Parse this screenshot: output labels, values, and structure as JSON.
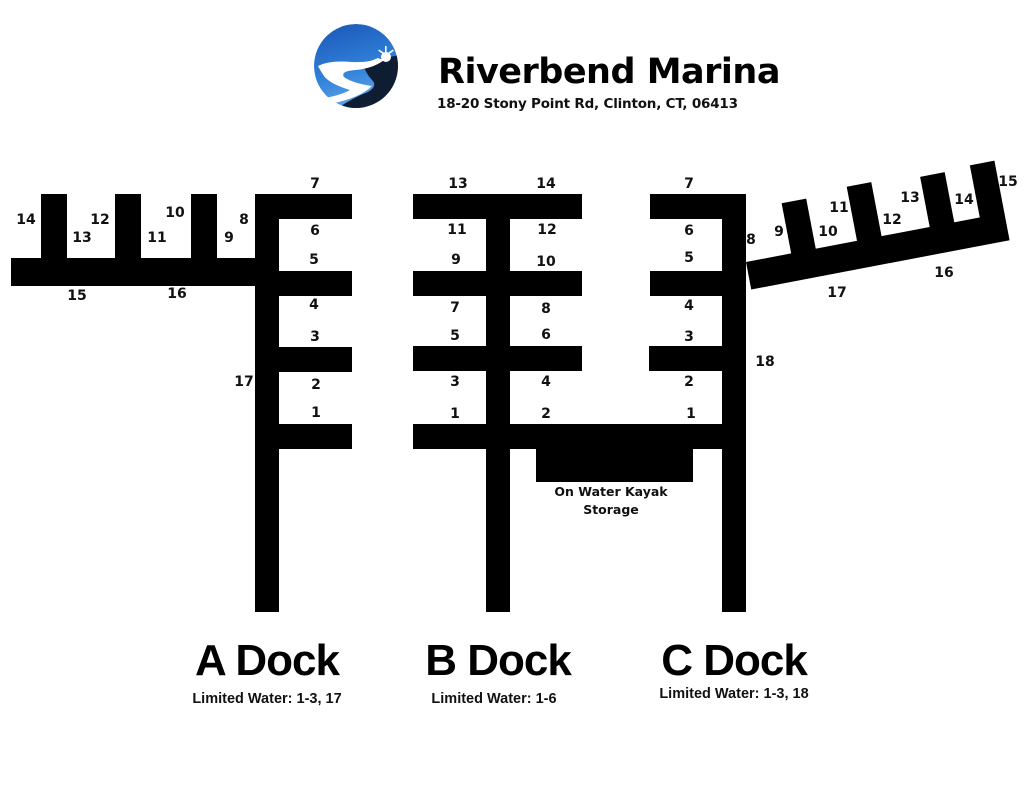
{
  "header": {
    "title": "Riverbend Marina",
    "address": "18-20 Stony Point Rd, Clinton, CT, 06413",
    "logo_colors": {
      "sky": "#1f64c4",
      "sky_light": "#3d8be0",
      "land": "#0f1d33",
      "river": "#ffffff"
    }
  },
  "colors": {
    "dock": "#000000",
    "background": "#ffffff",
    "text": "#111111"
  },
  "docks": {
    "a": {
      "name": "A Dock",
      "note": "Limited Water: 1-3, 17",
      "slips": [
        "1",
        "2",
        "3",
        "4",
        "5",
        "6",
        "7",
        "8",
        "9",
        "10",
        "11",
        "12",
        "13",
        "14",
        "15",
        "16",
        "17"
      ]
    },
    "b": {
      "name": "B Dock",
      "note": "Limited Water: 1-6",
      "slips": [
        "1",
        "2",
        "3",
        "4",
        "5",
        "6",
        "7",
        "8",
        "9",
        "10",
        "11",
        "12",
        "13",
        "14"
      ]
    },
    "c": {
      "name": "C Dock",
      "note": "Limited Water: 1-3, 18",
      "slips": [
        "1",
        "2",
        "3",
        "4",
        "5",
        "6",
        "7",
        "8",
        "9",
        "10",
        "11",
        "12",
        "13",
        "14",
        "15",
        "16",
        "17",
        "18"
      ]
    }
  },
  "kayak_storage": {
    "line1": "On Water Kayak",
    "line2": "Storage"
  }
}
